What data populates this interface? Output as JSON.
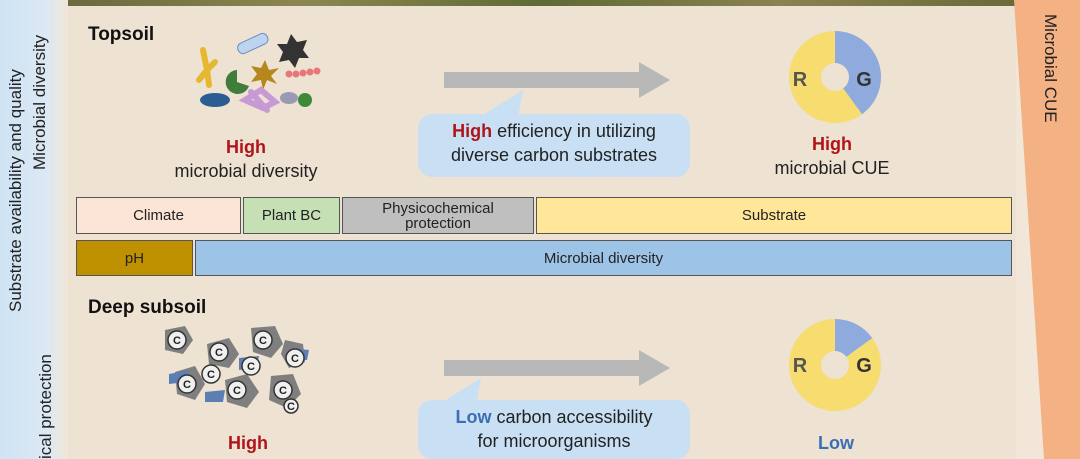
{
  "left_labels": {
    "diversity": "Microbial diversity",
    "substrate": "Substrate availability and quality",
    "protection": "ical protection"
  },
  "right_label": "Microbial CUE",
  "topsoil": {
    "title": "Topsoil",
    "diversity_level": "High",
    "diversity_text": "microbial diversity",
    "callout_emph": "High",
    "callout_line1": " efficiency in utilizing",
    "callout_line2": "diverse carbon substrates",
    "cue_level": "High",
    "cue_text": "microbial CUE",
    "pie_R": "R",
    "pie_G": "G",
    "r_fraction": 0.6
  },
  "bands_row1": [
    {
      "label": "Climate",
      "color": "#fbe5d6"
    },
    {
      "label": "Plant BC",
      "color": "#c5e0b4"
    },
    {
      "label": "Physicochemical protection",
      "color": "#bfbfbf"
    },
    {
      "label": "Substrate",
      "color": "#ffe699"
    }
  ],
  "bands_row2": [
    {
      "label": "pH",
      "color": "#bf9000"
    },
    {
      "label": "Microbial diversity",
      "color": "#9dc3e6"
    }
  ],
  "subsoil": {
    "title": "Deep subsoil",
    "level": "High",
    "callout_emph": "Low",
    "callout_line1": " carbon accessibility",
    "callout_line2": "for microorganisms",
    "cue_level": "Low",
    "pie_R": "R",
    "pie_G": "G",
    "r_fraction": 0.85,
    "carbon_label": "C"
  },
  "colors": {
    "pie_R": "#f7dc6f",
    "pie_G": "#8faadc",
    "arrow": "#b8b8b8",
    "callout": "#c9e0f4",
    "left_bar": "#cfe3f3",
    "right_bar": "#f4b183",
    "red": "#b0141b",
    "blue": "#3a6fb5"
  }
}
